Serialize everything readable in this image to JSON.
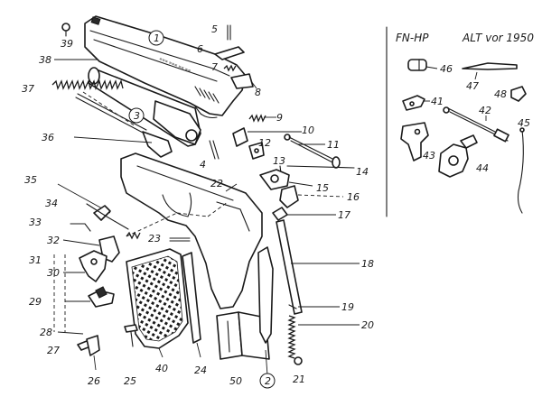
{
  "panel": {
    "model": "FN-HP",
    "note": "ALT vor 1950"
  },
  "labels": {
    "p1": "1",
    "p2": "2",
    "p3": "3",
    "p4": "4",
    "p5": "5",
    "p6": "6",
    "p7": "7",
    "p8": "8",
    "p9": "9",
    "p10": "10",
    "p11": "11",
    "p12": "12",
    "p13": "13",
    "p14": "14",
    "p15": "15",
    "p16": "16",
    "p17": "17",
    "p18": "18",
    "p19": "19",
    "p20": "20",
    "p21": "21",
    "p22": "22",
    "p23": "23",
    "p24": "24",
    "p25": "25",
    "p26": "26",
    "p27": "27",
    "p28": "28",
    "p29": "29",
    "p30": "30",
    "p31": "31",
    "p32": "32",
    "p33": "33",
    "p34": "34",
    "p35": "35",
    "p36": "36",
    "p37": "37",
    "p38": "38",
    "p39": "39",
    "p40": "40",
    "p41": "41",
    "p42": "42",
    "p43": "43",
    "p44": "44",
    "p45": "45",
    "p46": "46",
    "p47": "47",
    "p48": "48",
    "p50": "50"
  },
  "colors": {
    "ink": "#1a1a1a",
    "paper": "#ffffff"
  }
}
